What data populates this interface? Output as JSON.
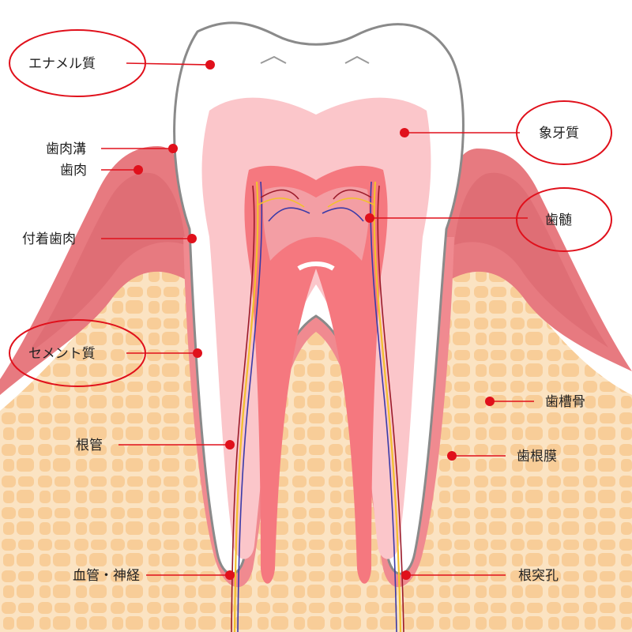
{
  "labels": {
    "enamel": "エナメル質",
    "gingival_sulcus": "歯肉溝",
    "gingiva": "歯肉",
    "attached_gingiva": "付着歯肉",
    "cementum": "セメント質",
    "root_canal": "根管",
    "vessels_nerves": "血管・神経",
    "dentin": "象牙質",
    "pulp": "歯髄",
    "alveolar_bone": "歯槽骨",
    "periodontal_ligament": "歯根膜",
    "apical_foramen": "根突孔"
  },
  "highlighted": [
    "enamel",
    "cementum",
    "dentin",
    "pulp"
  ],
  "colors": {
    "bone": "#fbe1be",
    "bone_cell": "#f9cf9a",
    "gum": "#e77a80",
    "gum_dark": "#d86068",
    "ligament": "#f08a90",
    "crown": "#ffffff",
    "dentin": "#fbc6ca",
    "pulp": "#f5787f",
    "pulp_inner": "#f39ea4",
    "vessel_red": "#9b1b2a",
    "vessel_blue": "#3a3aa8",
    "nerve": "#f2c12e",
    "marker": "#e0101b",
    "leader": "#e0101b"
  }
}
